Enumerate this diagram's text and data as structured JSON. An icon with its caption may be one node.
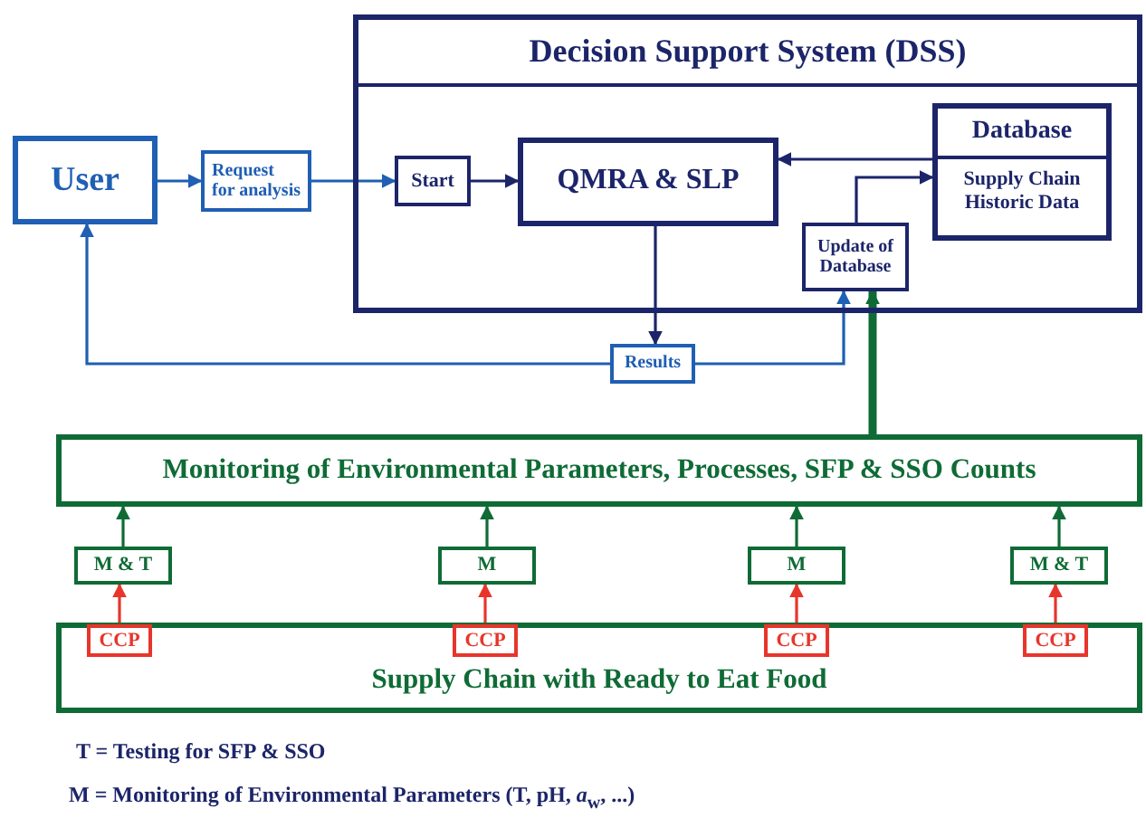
{
  "diagram": {
    "nodes": [
      {
        "text": [
          "User"
        ]
      },
      {
        "text": [
          "Request for analysis"
        ]
      },
      {
        "text": [
          "Decision Support System (DSS)"
        ]
      },
      {
        "text": [
          "Start"
        ],
        "in": 2
      },
      {
        "text": [
          "QMRA & SLP"
        ],
        "in": 2
      },
      {
        "text": [
          "Database",
          "Supply Chain Historic Data"
        ],
        "in": 2
      },
      {
        "text": [
          "Update of Database"
        ],
        "in": 2
      },
      {
        "text": [
          "Results"
        ]
      },
      {
        "text": [
          "Monitoring of Environmental Parameters, Processes, SFP & SSO Counts"
        ]
      },
      {
        "text": [
          "M & T"
        ]
      },
      {
        "text": [
          "M"
        ]
      },
      {
        "text": [
          "M"
        ]
      },
      {
        "text": [
          "M & T"
        ]
      },
      {
        "text": [
          "Supply Chain with Ready to Eat Food"
        ]
      },
      {
        "text": [
          "CCP"
        ],
        "in": 13
      },
      {
        "text": [
          "CCP"
        ],
        "in": 13
      },
      {
        "text": [
          "CCP"
        ],
        "in": 13
      },
      {
        "text": [
          "CCP"
        ],
        "in": 13
      }
    ],
    "edges": [
      {
        "from": 0,
        "to": 1,
        "arrow": "to",
        "color": "#1f5fb4"
      },
      {
        "from": 1,
        "to": 3,
        "arrow": "to",
        "color": "#1f5fb4"
      },
      {
        "from": 3,
        "to": 4,
        "arrow": "to",
        "color": "#1c2569"
      },
      {
        "from": 4,
        "to": 7,
        "arrow": "to",
        "color": "#1c2569"
      },
      {
        "from": 7,
        "to": 0,
        "arrow": "to",
        "color": "#1f5fb4"
      },
      {
        "from": 7,
        "to": 6,
        "arrow": "to",
        "color": "#1f5fb4"
      },
      {
        "from": 5,
        "to": 4,
        "arrow": "to",
        "color": "#1c2569"
      },
      {
        "from": 6,
        "to": 5,
        "arrow": "to",
        "color": "#1c2569"
      },
      {
        "from": 8,
        "to": 6,
        "arrow": "to",
        "style": "thick"
      },
      {
        "from": 9,
        "to": 8,
        "arrow": "to"
      },
      {
        "from": 10,
        "to": 8,
        "arrow": "to"
      },
      {
        "from": 11,
        "to": 8,
        "arrow": "to"
      },
      {
        "from": 12,
        "to": 8,
        "arrow": "to"
      },
      {
        "from": 14,
        "to": 9,
        "arrow": "to",
        "color": "#e8352b"
      },
      {
        "from": 15,
        "to": 10,
        "arrow": "to",
        "color": "#e8352b"
      },
      {
        "from": 16,
        "to": 11,
        "arrow": "to",
        "color": "#e8352b"
      },
      {
        "from": 17,
        "to": 12,
        "arrow": "to",
        "color": "#e8352b"
      }
    ],
    "labels": [
      "T = Testing for SFP & SSO",
      "M = Monitoring of Environmental Parameters (T, pH, *a*$_{w}$, ...)"
    ]
  }
}
